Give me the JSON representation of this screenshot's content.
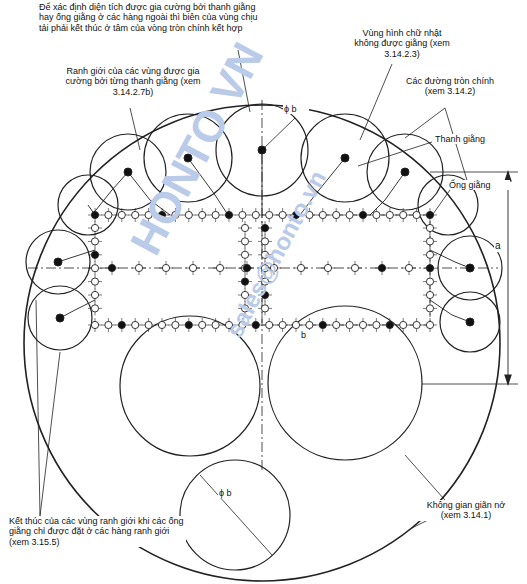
{
  "diagram": {
    "labels": [
      "Để xác định diện tích được gia cường bởi thanh giằng hay ống giằng ở các hàng ngoài thì biên của vùng chịu tải phải kết thúc ở tâm của vòng tròn chính kết hợp",
      "Ranh giới của các vùng được gia cường bởi từng thanh giằng (xem 3.14.2.7b)",
      "Vùng hình chữ nhật không được giằng (xem 3.14.2.3)",
      "Các đường tròn chính (xem 3.14.2)",
      "Thanh giằng",
      "Ống giằng",
      "Không gian giãn nở (xem 3.14.1)",
      "Kết thúc của các vùng ranh giới khi các ống giằng chỉ được đặt ở các hàng ranh giới (xem 3.15.5)",
      "ϕ b",
      "b",
      "a",
      "ϕ b",
      "HONTO VN",
      "sales@honto.vn"
    ]
  }
}
